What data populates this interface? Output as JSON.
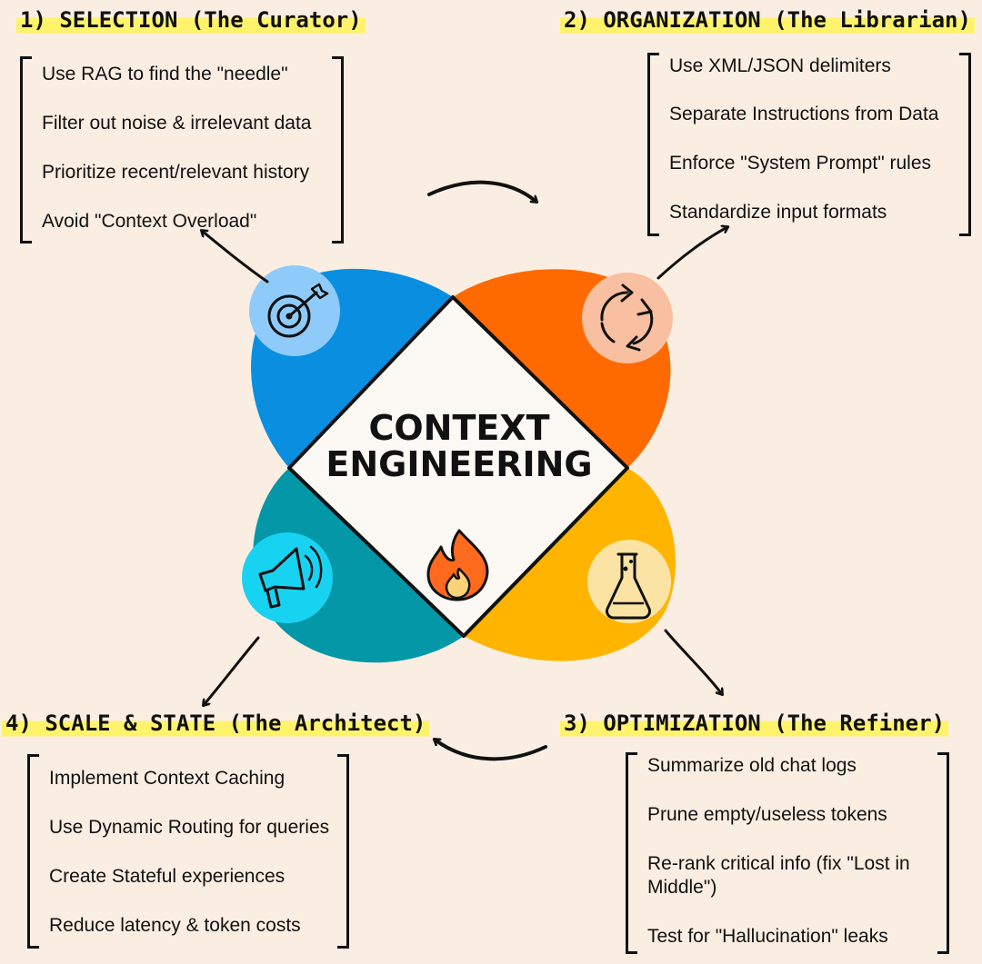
{
  "center": {
    "line1": "CONTEXT",
    "line2": "ENGINEERING"
  },
  "sections": [
    {
      "id": "selection",
      "title": "1) SELECTION (The Curator)",
      "items": [
        "Use RAG to find the \"needle\"",
        "Filter out noise & irrelevant data",
        "Prioritize recent/relevant history",
        "Avoid \"Context Overload\""
      ],
      "color": "#0A8FE0",
      "icon_name": "target-icon"
    },
    {
      "id": "organization",
      "title": "2) ORGANIZATION (The Librarian)",
      "items": [
        "Use XML/JSON delimiters",
        "Separate Instructions from Data",
        "Enforce \"System Prompt\" rules",
        "Standardize input formats"
      ],
      "color": "#FF6A00",
      "icon_name": "recycle-icon"
    },
    {
      "id": "optimization",
      "title": "3) OPTIMIZATION (The Refiner)",
      "items": [
        "Summarize old chat logs",
        "Prune empty/useless tokens",
        "Re-rank critical info (fix \"Lost in Middle\")",
        "Test for \"Hallucination\" leaks"
      ],
      "color": "#FFB400",
      "icon_name": "flask-icon"
    },
    {
      "id": "scale",
      "title": "4) SCALE & STATE (The Architect)",
      "items": [
        "Implement Context Caching",
        "Use Dynamic Routing for queries",
        "Create Stateful experiences",
        "Reduce latency & token costs"
      ],
      "color": "#0397A7",
      "icon_name": "megaphone-icon"
    }
  ],
  "center_icon": "flame-icon"
}
